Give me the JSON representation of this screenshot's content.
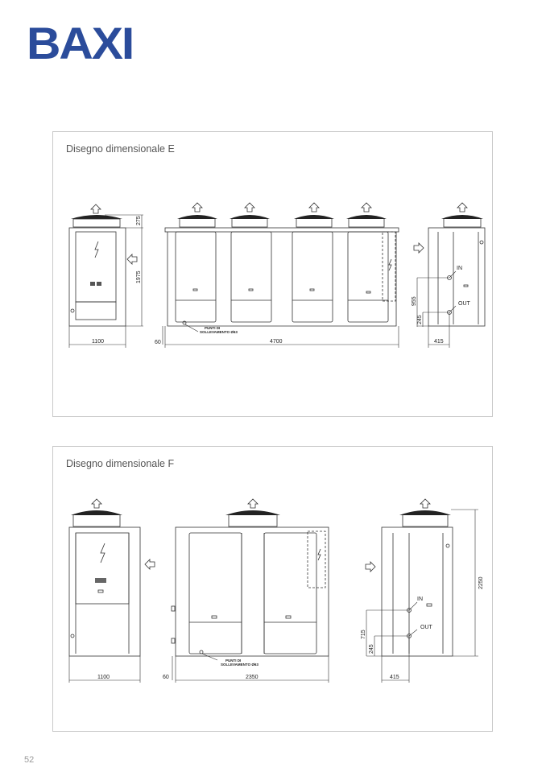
{
  "logo": "BAXI",
  "page_number": "52",
  "drawing_e": {
    "title": "Disegno dimensionale E",
    "dims": {
      "fan_height": "275",
      "height": "1975",
      "width": "1100",
      "base_offset": "60",
      "length": "4700",
      "in_height": "955",
      "out_height": "245",
      "conn_offset": "415"
    },
    "labels": {
      "in": "IN",
      "out": "OUT",
      "lifting_1": "PUNTI DI",
      "lifting_2": "SOLLEVAMENTO Ø63"
    }
  },
  "drawing_f": {
    "title": "Disegno dimensionale F",
    "dims": {
      "width": "1100",
      "base_offset": "60",
      "length": "2350",
      "total_height": "2250",
      "in_height": "715",
      "out_height": "245",
      "conn_offset": "415"
    },
    "labels": {
      "in": "IN",
      "out": "OUT",
      "lifting_1": "PUNTI DI",
      "lifting_2": "SOLLEVAMENTO Ø63"
    }
  }
}
